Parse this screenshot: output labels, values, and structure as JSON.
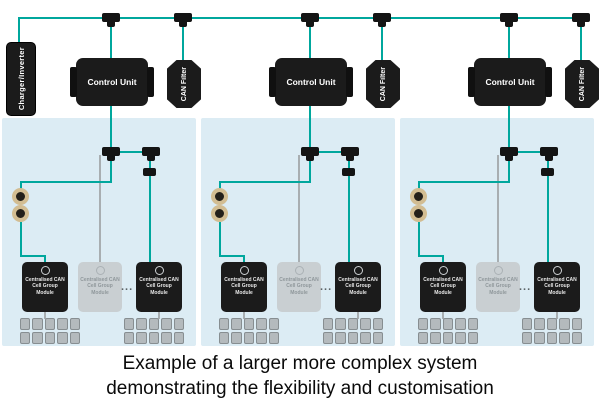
{
  "caption": {
    "line1": "Example of a larger more complex system",
    "line2": "demonstrating the flexibility and customisation"
  },
  "labels": {
    "charger": "Charger/Inverter",
    "control_unit": "Control Unit",
    "can_filter": "CAN Filter",
    "cell_module": "Centralised CAN Cell Group Module",
    "ellipsis": "..."
  },
  "colors": {
    "wire": "#00a79d",
    "panel": "#dcecf4",
    "component": "#1b1b1b",
    "faded": "#c9cfd2",
    "fuse": "#d2bd92",
    "cell": "#b4babd"
  },
  "section_count": 3,
  "battery": {
    "cells_per_grid": 10,
    "grids_per_section": 2
  }
}
